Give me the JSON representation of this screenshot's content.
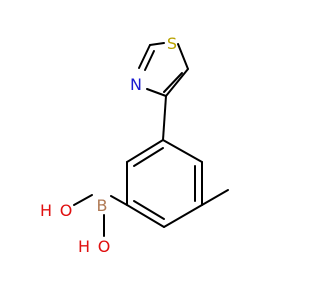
{
  "atoms": {
    "sulfur": "S",
    "nitrogen": "N",
    "boron": "B",
    "oxygen_upper": "O",
    "hydrogen_upper": "H",
    "oxygen_lower": "O",
    "hydrogen_lower": "H"
  },
  "colors": {
    "bond": "#000000",
    "sulfur": "#b8a200",
    "nitrogen": "#1a1ad0",
    "oxygen": "#e01010",
    "boron": "#b07a55",
    "background": "#ffffff"
  }
}
